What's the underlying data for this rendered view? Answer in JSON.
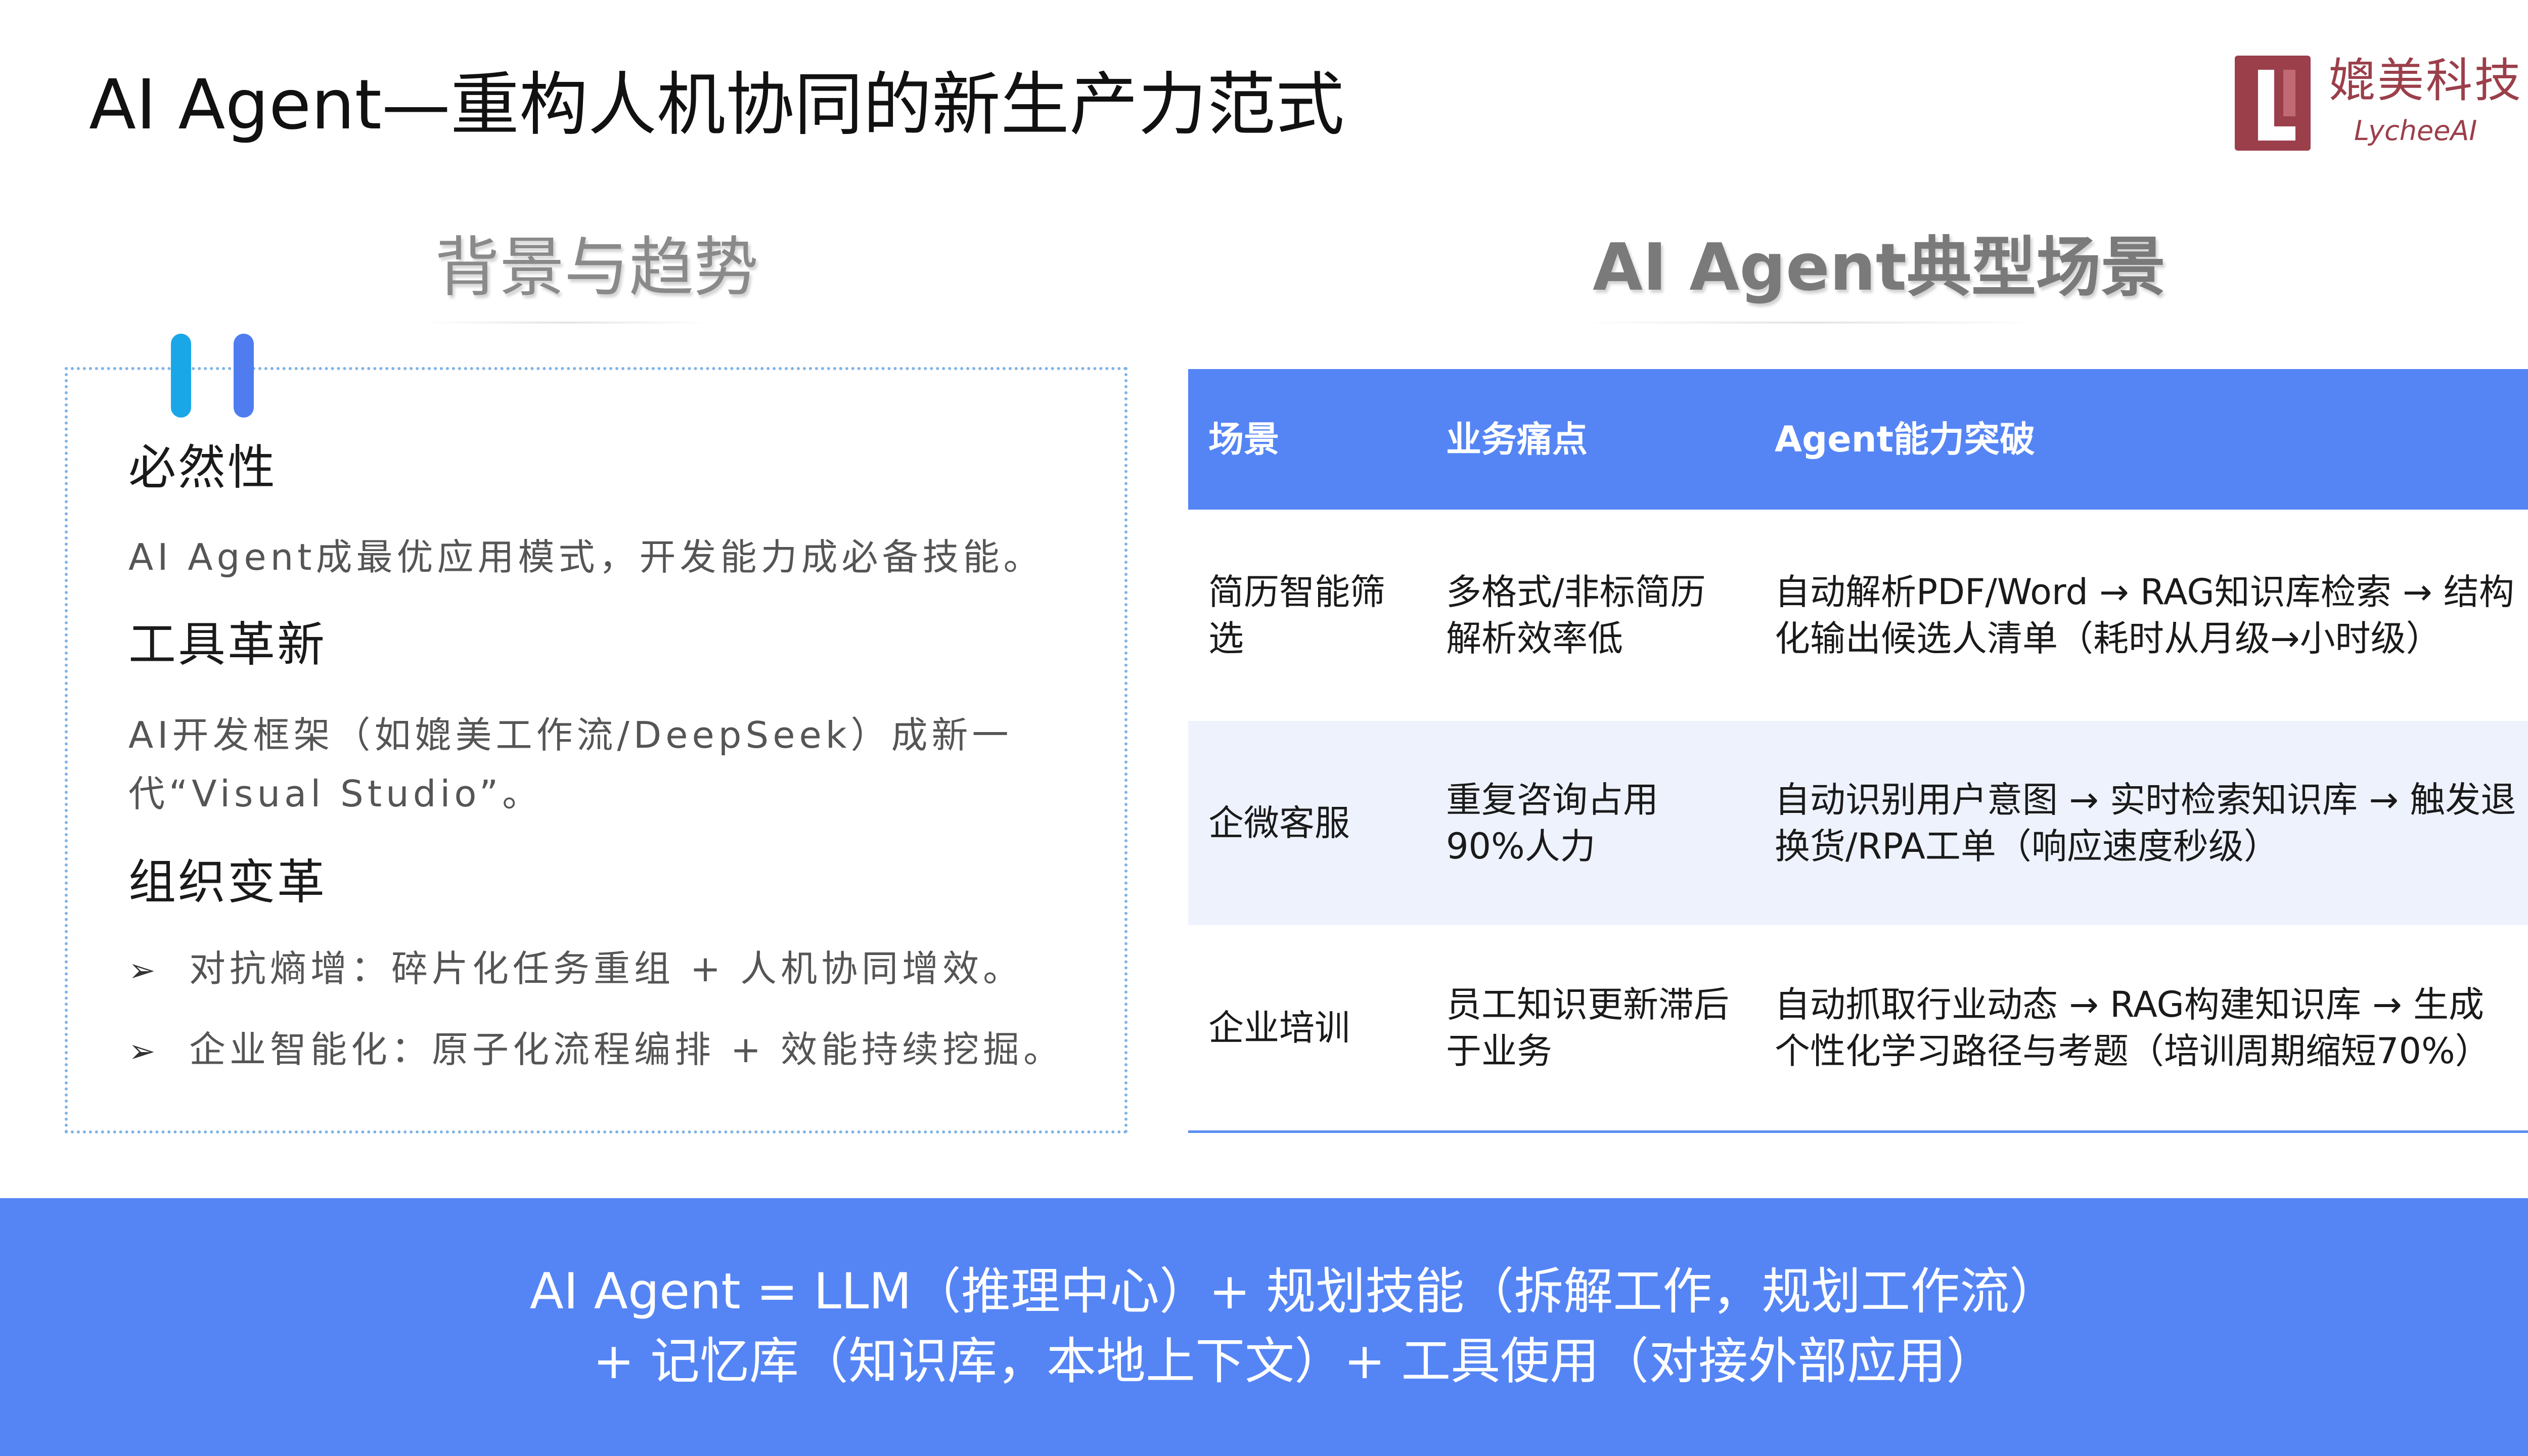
{
  "title": "AI Agent—重构人机协同的新生产力范式",
  "logo": {
    "icon": "lychee-L-logo-icon",
    "cn": "媲美科技",
    "en": "LycheeAI",
    "color": "#9b3f4b"
  },
  "left": {
    "heading": "背景与趋势",
    "items": [
      {
        "title": "必然性",
        "body": "AI Agent成最优应用模式，开发能力成必备技能。"
      },
      {
        "title": "工具革新",
        "body": "AI开发框架（如媲美工作流/DeepSeek）成新一代“Visual Studio”。"
      },
      {
        "title": "组织变革",
        "bullets": [
          "对抗熵增：碎片化任务重组 + 人机协同增效。",
          "企业智能化：原子化流程编排 + 效能持续挖掘。"
        ]
      }
    ],
    "bullet_icon": "arrow-bullet-icon"
  },
  "right": {
    "heading": "AI Agent典型场景",
    "table": {
      "headers": [
        "场景",
        "业务痛点",
        "Agent能力突破"
      ],
      "rows": [
        [
          "简历智能筛选",
          "多格式/非标简历解析效率低",
          "自动解析PDF/Word → RAG知识库检索 → 结构化输出候选人清单（耗时从月级→小时级）"
        ],
        [
          "企微客服",
          "重复咨询占用90%人力",
          "自动识别用户意图 → 实时检索知识库 → 触发退换货/RPA工单（响应速度秒级）"
        ],
        [
          "企业培训",
          "员工知识更新滞后于业务",
          "自动抓取行业动态 → RAG构建知识库 → 生成个性化学习路径与考题（培训周期缩短70%）"
        ]
      ]
    }
  },
  "footer": {
    "line1": "AI Agent = LLM（推理中心）+ 规划技能（拆解工作，规划工作流）",
    "line2": "+ 记忆库（知识库，本地上下文）+ 工具使用（对接外部应用）"
  },
  "colors": {
    "accent_blue": "#5585f5",
    "pill_cyan": "#1aa7e8",
    "pill_blue": "#4f7df0",
    "row_alt": "#eef2fd"
  }
}
